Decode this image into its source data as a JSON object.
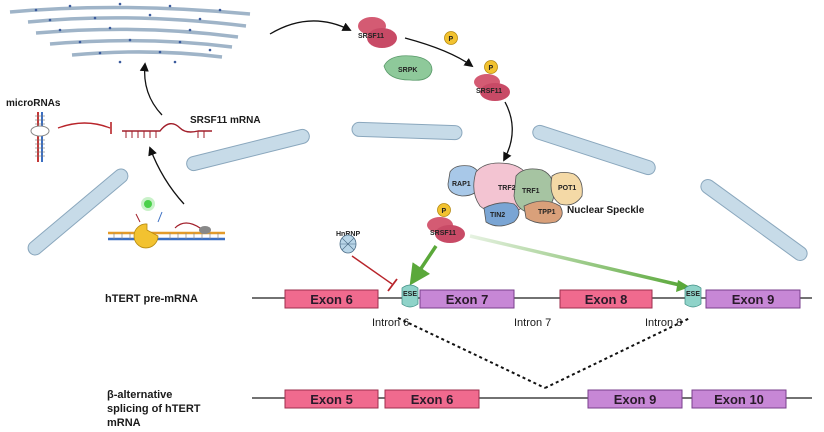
{
  "labels": {
    "microrna": "microRNAs",
    "srsf11_mrna": "SRSF11 mRNA",
    "srsf11_top": "SRSF11",
    "srpk": "SRPK",
    "p": "P",
    "srsf11_mid": "SRSF11",
    "srsf11_low": "SRSF11",
    "hnrnp": "HnRNP",
    "nuclear_speckle": "Nuclear Speckle",
    "shelterin": {
      "rap1": "RAP1",
      "trf2": "TRF2",
      "trf1": "TRF1",
      "pot1": "POT1",
      "tin2": "TIN2",
      "tpp1": "TPP1"
    },
    "pre_mrna": "hTERT pre-mRNA",
    "ese_left": "ESE",
    "ese_right": "ESE",
    "intron6": "Intron 6",
    "intron7": "Intron 7",
    "intron8": "Intron 8",
    "beta_line1": "β-alternative",
    "beta_line2": "splicing of hTERT",
    "beta_line3": "mRNA"
  },
  "pre_exons": [
    "Exon 6",
    "Exon 7",
    "Exon 8",
    "Exon 9"
  ],
  "post_exons": [
    "Exon 5",
    "Exon 6",
    "Exon 9",
    "Exon 10"
  ],
  "colors": {
    "exon_pink": "#f06a8e",
    "exon_purple": "#c787d6",
    "arrow_green": "#5aa83a",
    "inhibit_red": "#b8242a",
    "srsf11": "#d45b73",
    "phosphate": "#f2c230",
    "membrane": "#c7dbe8"
  }
}
